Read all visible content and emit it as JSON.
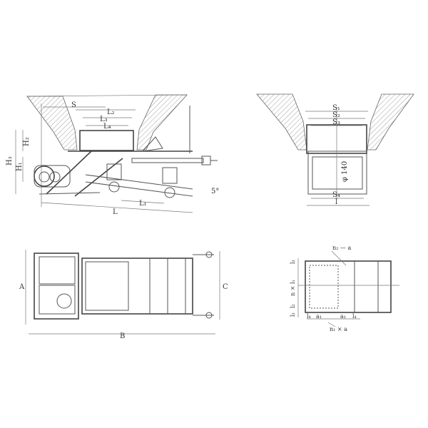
{
  "side_view": {
    "labels": {
      "S": "S",
      "L2": "L₂",
      "L3": "L₃",
      "L4": "L₄",
      "H3": "H₃",
      "H2": "H₂",
      "H1": "H₁",
      "angle": "5°",
      "L1": "L₁",
      "L": "L"
    }
  },
  "end_view": {
    "labels": {
      "S1": "S₁",
      "S2": "S₂",
      "S3": "S₃",
      "phi": "φ 140",
      "S4": "S₄",
      "l": "l"
    }
  },
  "plan_view": {
    "labels": {
      "A": "A",
      "B": "B",
      "C": "C"
    }
  },
  "flange_view": {
    "labels": {
      "n2a": "n₂ — a",
      "l3top": "l₃",
      "nl1": "n × l₁",
      "l2": "l₂",
      "l3bot": "l₃",
      "l4a": "l₄",
      "a1a": "a₁",
      "a1b": "a₁",
      "l4b": "l₄",
      "n1a": "n₁ × a"
    }
  }
}
